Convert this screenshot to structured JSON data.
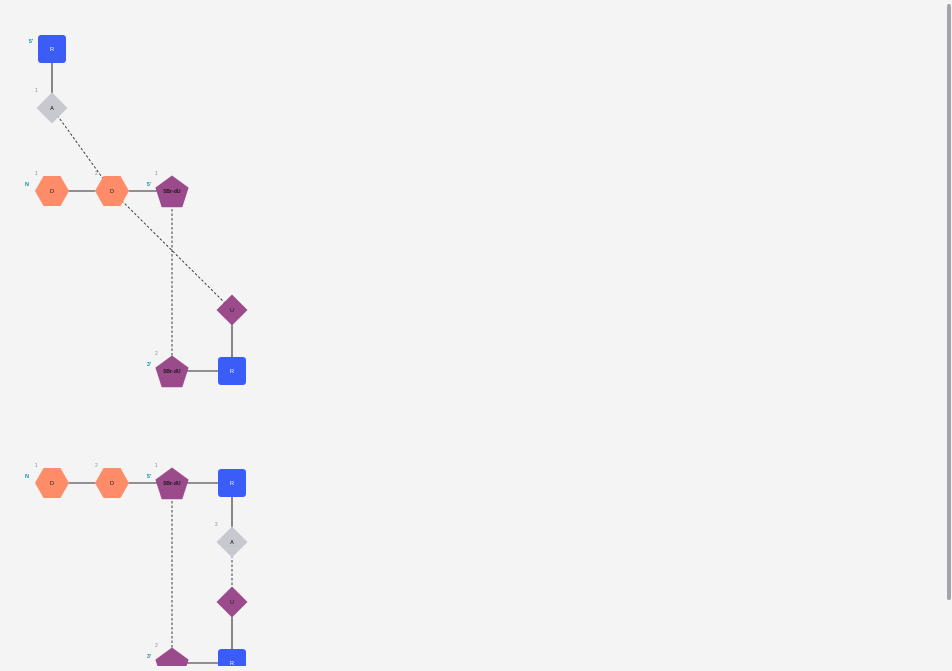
{
  "colors": {
    "background": "#f4f4f5",
    "ribose": "#3b5cf6",
    "dna_base": "#ff8c69",
    "modified_base": "#9b4a8c",
    "adenine": "#c8c8d0",
    "terminal_label": "#0b8ea8",
    "index_label": "#8a8a8a",
    "line": "#2b2b2b"
  },
  "diagrams": [
    {
      "name": "structure-1",
      "terminal_labels": [
        {
          "id": "t1",
          "text": "5'"
        },
        {
          "id": "t2",
          "text": "N"
        },
        {
          "id": "t3",
          "text": "5'"
        },
        {
          "id": "t4",
          "text": "3'"
        }
      ],
      "nodes": [
        {
          "id": "n1",
          "shape": "square",
          "kind": "ribose",
          "label": "R",
          "index": ""
        },
        {
          "id": "n2",
          "shape": "diamond",
          "kind": "adenine",
          "label": "A",
          "index": "1"
        },
        {
          "id": "n3",
          "shape": "hexagon",
          "kind": "dna_base",
          "label": "D",
          "index": "1"
        },
        {
          "id": "n4",
          "shape": "hexagon",
          "kind": "dna_base",
          "label": "D",
          "index": "2"
        },
        {
          "id": "n5",
          "shape": "pentagon",
          "kind": "modified_base",
          "label": "5Br-dU",
          "index": "1"
        },
        {
          "id": "n6",
          "shape": "diamond",
          "kind": "modified_base",
          "label": "U",
          "index": ""
        },
        {
          "id": "n7",
          "shape": "pentagon",
          "kind": "modified_base",
          "label": "5Br-dU",
          "index": "2"
        },
        {
          "id": "n8",
          "shape": "square",
          "kind": "ribose",
          "label": "R",
          "index": ""
        }
      ],
      "edges": [
        {
          "from": "n1",
          "to": "n2",
          "style": "solid"
        },
        {
          "from": "n3",
          "to": "n4",
          "style": "solid"
        },
        {
          "from": "n4",
          "to": "n5",
          "style": "solid"
        },
        {
          "from": "n2",
          "to": "n4",
          "style": "dashed"
        },
        {
          "from": "n4",
          "to": "n6",
          "style": "dashed"
        },
        {
          "from": "n5",
          "to": "n7",
          "style": "dashed"
        },
        {
          "from": "n6",
          "to": "n8",
          "style": "solid"
        },
        {
          "from": "n7",
          "to": "n8",
          "style": "solid"
        }
      ]
    },
    {
      "name": "structure-2",
      "terminal_labels": [
        {
          "id": "t1",
          "text": "N"
        },
        {
          "id": "t2",
          "text": "5'"
        },
        {
          "id": "t3",
          "text": "3'"
        }
      ],
      "nodes": [
        {
          "id": "m1",
          "shape": "hexagon",
          "kind": "dna_base",
          "label": "D",
          "index": "1"
        },
        {
          "id": "m2",
          "shape": "hexagon",
          "kind": "dna_base",
          "label": "D",
          "index": "2"
        },
        {
          "id": "m3",
          "shape": "pentagon",
          "kind": "modified_base",
          "label": "5Br-dU",
          "index": "1"
        },
        {
          "id": "m4",
          "shape": "square",
          "kind": "ribose",
          "label": "R",
          "index": ""
        },
        {
          "id": "m5",
          "shape": "diamond",
          "kind": "adenine",
          "label": "A",
          "index": "2"
        },
        {
          "id": "m6",
          "shape": "diamond",
          "kind": "modified_base",
          "label": "U",
          "index": ""
        },
        {
          "id": "m7",
          "shape": "pentagon",
          "kind": "modified_base",
          "label": "",
          "index": "2"
        },
        {
          "id": "m8",
          "shape": "square",
          "kind": "ribose",
          "label": "R",
          "index": ""
        }
      ],
      "edges": [
        {
          "from": "m1",
          "to": "m2",
          "style": "solid"
        },
        {
          "from": "m2",
          "to": "m3",
          "style": "solid"
        },
        {
          "from": "m3",
          "to": "m4",
          "style": "solid"
        },
        {
          "from": "m4",
          "to": "m5",
          "style": "solid"
        },
        {
          "from": "m5",
          "to": "m6",
          "style": "dashed"
        },
        {
          "from": "m6",
          "to": "m8",
          "style": "solid"
        },
        {
          "from": "m3",
          "to": "m7",
          "style": "dashed"
        },
        {
          "from": "m7",
          "to": "m8",
          "style": "solid"
        }
      ]
    }
  ]
}
